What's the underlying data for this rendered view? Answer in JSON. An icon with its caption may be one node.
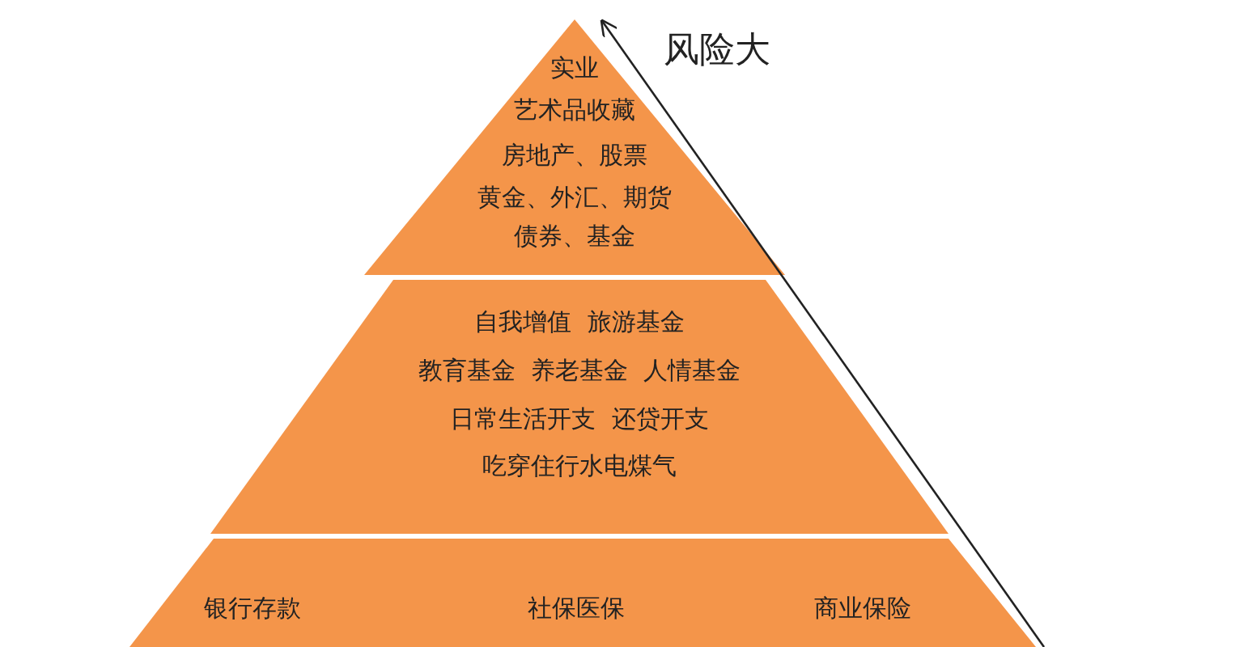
{
  "diagram": {
    "nodes": [
      {
        "text": [
          "实业",
          "艺术品收藏",
          "房地产、股票",
          "黄金、外汇、期货",
          "债券、基金"
        ]
      },
      {
        "text": [
          "自我增值  旅游基金",
          "教育基金  养老基金  人情基金",
          "日常生活开支  还贷开支",
          "吃穿住行水电煤气"
        ]
      },
      {
        "text": [
          "银行存款",
          "社保医保",
          "商业保险"
        ]
      }
    ],
    "labels": [
      "风险大"
    ]
  }
}
